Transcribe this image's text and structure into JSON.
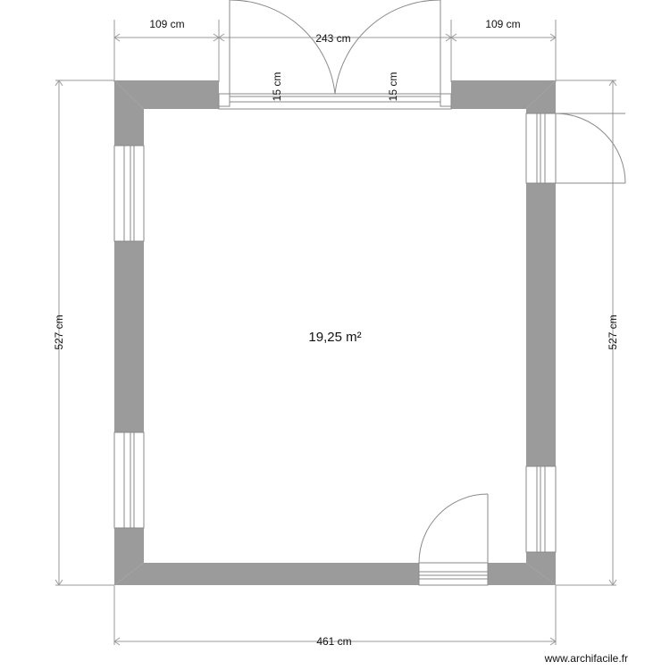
{
  "plan": {
    "room_area": "19,25 m²",
    "dimensions": {
      "top_left": "109 cm",
      "top_center": "243 cm",
      "top_right": "109 cm",
      "bottom": "461 cm",
      "left": "527 cm",
      "right": "527 cm",
      "jamb_left": "15 cm",
      "jamb_right": "15 cm"
    }
  },
  "footer": {
    "watermark": "www.archifacile.fr"
  },
  "colors": {
    "wall": "#9b9b9b",
    "line": "#8a8a8a"
  }
}
